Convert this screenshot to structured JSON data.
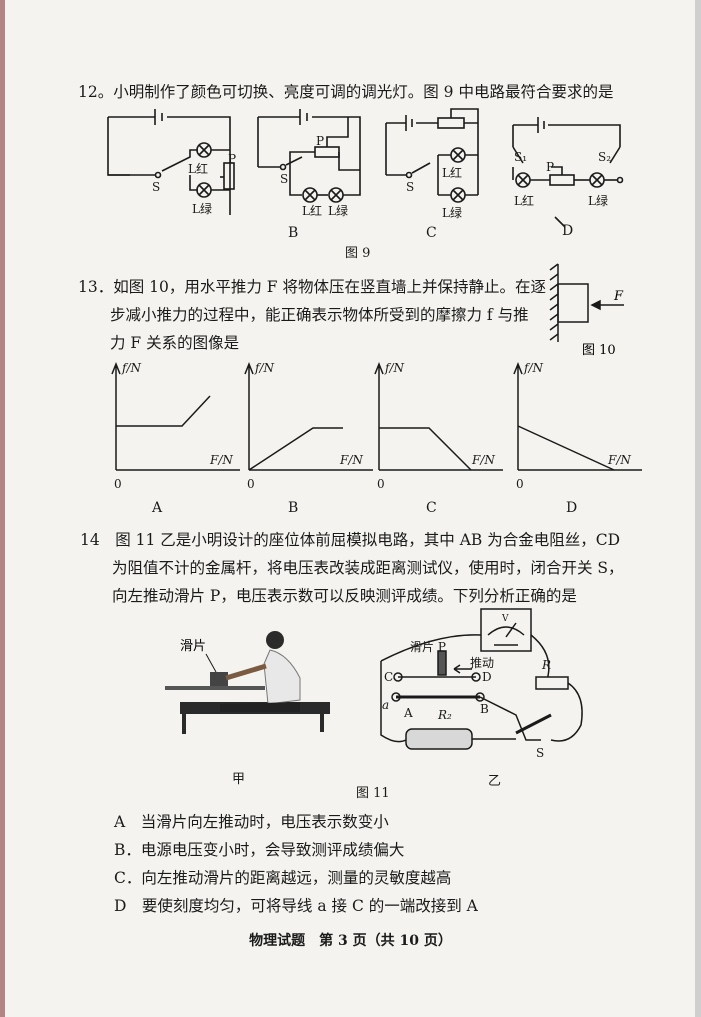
{
  "q12": {
    "stem": "12。小明制作了颜色可切换、亮度可调的调光灯。图 9 中电路最符合要求的是",
    "labels": {
      "S": "S",
      "P": "P",
      "L_red": "L红",
      "L_green": "L绿",
      "S1": "S₁",
      "S2": "S₂",
      "B": "B",
      "C": "C",
      "D": "D"
    },
    "figure_caption": "图 9"
  },
  "q13": {
    "line1": "13．如图 10，用水平推力 F 将物体压在竖直墙上并保持静止。在逐",
    "line2": "步减小推力的过程中，能正确表示物体所受到的摩擦力 f 与推",
    "line3": "力 F 关系的图像是",
    "force_label": "F",
    "figure_caption": "图 10",
    "y_axis_label": "f/N",
    "x_axis_label": "F/N",
    "origin_label": "0",
    "options": [
      "A",
      "B",
      "C",
      "D"
    ]
  },
  "q14": {
    "line1": "14　图 11 乙是小明设计的座位体前屈模拟电路，其中 AB 为合金电阻丝，CD",
    "line2": "为阻值不计的金属杆，将电压表改装成距离测试仪，使用时，闭合开关 S，",
    "line3": "向左推动滑片 P，电压表示数可以反映测评成绩。下列分析正确的是",
    "label_slider": "滑片",
    "label_slider_p": "滑片 P",
    "label_push": "推动",
    "label_jia": "甲",
    "label_yi": "乙",
    "figure_caption": "图 11",
    "circuit_labels": {
      "C": "C",
      "D": "D",
      "A": "A",
      "B": "B",
      "R": "R",
      "R2": "R₂",
      "a": "a",
      "S": "S",
      "V": "V"
    },
    "choices": [
      "A　当滑片向左推动时，电压表示数变小",
      "B．电源电压变小时，会导致测评成绩偏大",
      "C．向左推动滑片的距离越远，测量的灵敏度越高",
      "D　要使刻度均匀，可将导线 a 接 C 的一端改接到 A"
    ]
  },
  "footer": "物理试题　第 3 页（共 10 页）"
}
